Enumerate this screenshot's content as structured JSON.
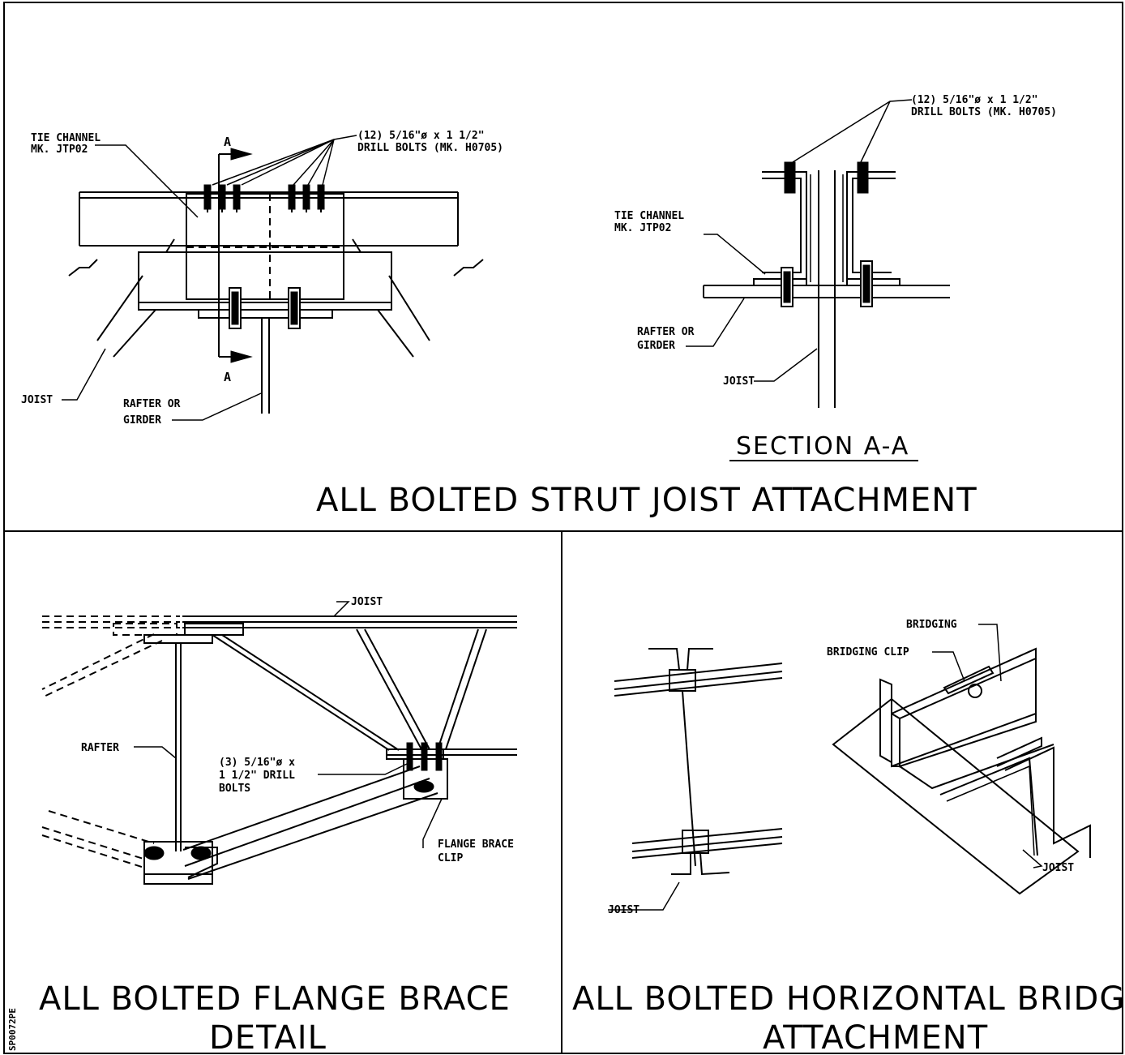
{
  "drawing_id": "SP0072PE",
  "panel_top": {
    "title": "ALL BOLTED STRUT JOIST ATTACHMENT",
    "elevation": {
      "tie_channel_line1": "TIE CHANNEL",
      "tie_channel_line2": "MK. JTP02",
      "bolts_line1": "(12) 5/16\"ø x 1 1/2\"",
      "bolts_line2": "DRILL BOLTS (MK. H0705)",
      "section_mark_top": "A",
      "section_mark_bottom": "A",
      "joist": "JOIST",
      "rafter_line1": "RAFTER OR",
      "rafter_line2": "GIRDER"
    },
    "section": {
      "title": "SECTION A-A",
      "bolts_line1": "(12) 5/16\"ø x 1 1/2\"",
      "bolts_line2": "DRILL BOLTS (MK. H0705)",
      "tie_channel_line1": "TIE CHANNEL",
      "tie_channel_line2": "MK. JTP02",
      "rafter_line1": "RAFTER OR",
      "rafter_line2": "GIRDER",
      "joist": "JOIST"
    }
  },
  "panel_bottom_left": {
    "title_line1": "ALL BOLTED FLANGE BRACE",
    "title_line2": "DETAIL",
    "joist": "JOIST",
    "rafter": "RAFTER",
    "bolts_line1": "(3) 5/16\"ø x",
    "bolts_line2": "1 1/2\" DRILL",
    "bolts_line3": "BOLTS",
    "clip_line1": "FLANGE BRACE",
    "clip_line2": "CLIP"
  },
  "panel_bottom_right": {
    "title_line1": "ALL BOLTED HORIZONTAL BRIDGING",
    "title_line2": "ATTACHMENT",
    "bridging": "BRIDGING",
    "bridging_clip": "BRIDGING CLIP",
    "joist_left": "JOIST",
    "joist_right": "JOIST"
  }
}
